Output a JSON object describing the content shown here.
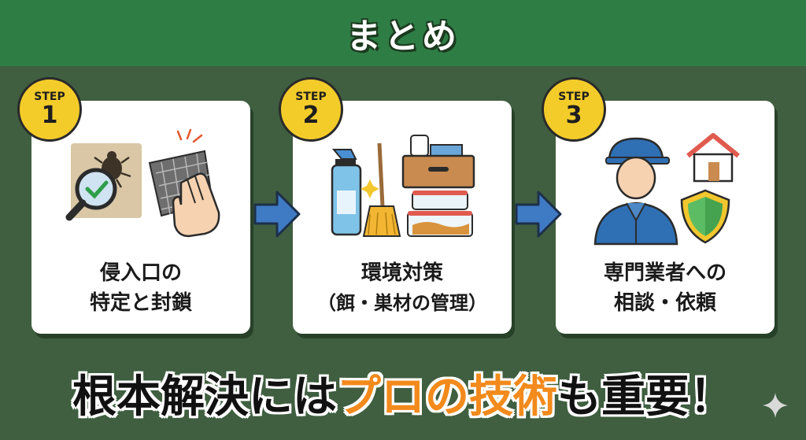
{
  "header": {
    "title": "まとめ"
  },
  "steps": [
    {
      "step_word": "STEP",
      "number": "1",
      "line1": "侵入口の",
      "line2": "特定と封鎖",
      "icons": [
        "magnifier-check-icon",
        "beetle-icon",
        "mesh-net-icon",
        "hand-icon"
      ]
    },
    {
      "step_word": "STEP",
      "number": "2",
      "line1": "環境対策",
      "line2": "（餌・巣材の管理）",
      "icons": [
        "spray-bottle-icon",
        "broom-icon",
        "storage-box-icon",
        "food-container-icon"
      ]
    },
    {
      "step_word": "STEP",
      "number": "3",
      "line1": "専門業者への",
      "line2": "相談・依頼",
      "icons": [
        "worker-icon",
        "house-icon",
        "shield-icon"
      ]
    }
  ],
  "bottom": {
    "part1": "根本解決には",
    "highlight": "プロの技術",
    "part2": "も重要！"
  },
  "colors": {
    "header_bg": "#2e7d45",
    "body_bg": "#3f5f40",
    "badge": "#f4cc2a",
    "arrow": "#3f7bc4",
    "highlight": "#f28a1c"
  }
}
